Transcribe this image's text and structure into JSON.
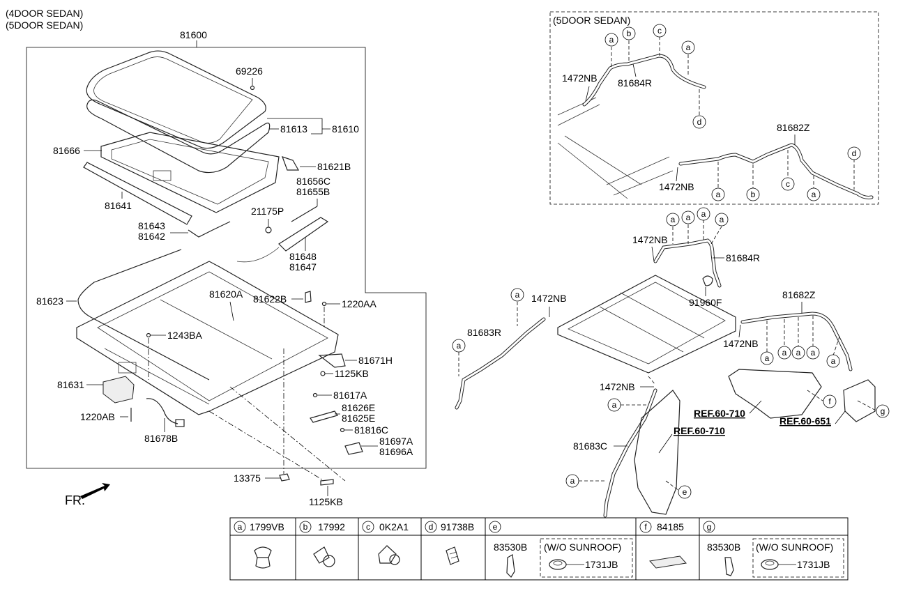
{
  "header": {
    "line1": "(4DOOR SEDAN)",
    "line2": "(5DOOR SEDAN)"
  },
  "inset": {
    "title": "(5DOOR SEDAN)"
  },
  "fr_label": "FR.",
  "labels": {
    "p81600": "81600",
    "p69226": "69226",
    "p81613": "81613",
    "p81610": "81610",
    "p81666": "81666",
    "p81621B": "81621B",
    "p81656C": "81656C",
    "p81655B": "81655B",
    "p81641": "81641",
    "p21175P": "21175P",
    "p81643": "81643",
    "p81642": "81642",
    "p81648": "81648",
    "p81647": "81647",
    "p81623": "81623",
    "p81620A": "81620A",
    "p81622B": "81622B",
    "p1220AA": "1220AA",
    "p1243BA": "1243BA",
    "p81671H": "81671H",
    "p1125KB_a": "1125KB",
    "p81631": "81631",
    "p81617A": "81617A",
    "p81626E": "81626E",
    "p81625E": "81625E",
    "p1220AB": "1220AB",
    "p81816C": "81816C",
    "p81697A": "81697A",
    "p81696A": "81696A",
    "p81678B": "81678B",
    "p13375": "13375",
    "p1125KB_b": "1125KB",
    "i1472NB_a": "1472NB",
    "i81684R": "81684R",
    "i81682Z": "81682Z",
    "i1472NB_b": "1472NB",
    "r1472NB_a": "1472NB",
    "r81684R": "81684R",
    "r91960F": "91960F",
    "r1472NB_b": "1472NB",
    "r81683R": "81683R",
    "r81682Z": "81682Z",
    "r1472NB_c": "1472NB",
    "r1472NB_d": "1472NB",
    "r81683C": "81683C",
    "ref_a": "REF.60-710",
    "ref_b": "REF.60-710",
    "ref_c": "REF.60-651"
  },
  "legend": {
    "cells": [
      {
        "letter": "a",
        "code": "1799VB"
      },
      {
        "letter": "b",
        "code": "17992"
      },
      {
        "letter": "c",
        "code": "0K2A1"
      },
      {
        "letter": "d",
        "code": "91738B"
      },
      {
        "letter": "e",
        "code": ""
      },
      {
        "letter": "f",
        "code": "84185"
      },
      {
        "letter": "g",
        "code": ""
      }
    ],
    "e_part": "83530B",
    "e_note": "(W/O SUNROOF)",
    "e_sub": "1731JB",
    "g_part": "83530B",
    "g_note": "(W/O SUNROOF)",
    "g_sub": "1731JB"
  }
}
